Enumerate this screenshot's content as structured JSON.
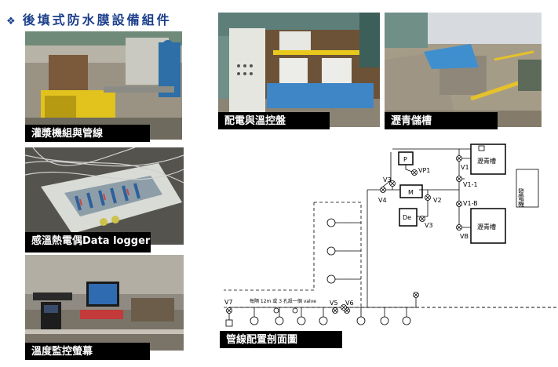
{
  "page": {
    "title": "後填式防水膜設備組件",
    "bullet_icon": "diamond-bullet-icon"
  },
  "captions": {
    "grout_unit": "灌漿機組與管線",
    "data_logger": "感溫熱電偶Data logger",
    "monitor": "溫度監控螢幕",
    "power_panel": "配電與溫控盤",
    "asphalt_tank": "瀝青儲槽",
    "layout_diagram": "管線配置剖面圖"
  },
  "diagram": {
    "tank1_label": "瀝青槽",
    "tank2_label": "瀝青槽",
    "side_box_label": "發電機",
    "box_p": "P",
    "box_m": "M",
    "box_de": "De",
    "valves": {
      "vp1": "VP1",
      "v1": "V1",
      "v1_1": "V1-1",
      "v1_b": "V1-B",
      "v2": "V2",
      "v3_top": "V3",
      "v3_bottom": "V3",
      "v4": "V4",
      "vb": "VB",
      "v5": "V5",
      "v6": "V6",
      "v7": "V7"
    },
    "pipe_note": "每隔 12m 或 3 孔設一個 valve"
  },
  "colors": {
    "title": "#1c3f8c",
    "caption_bg": "#000000",
    "caption_text": "#ffffff"
  }
}
